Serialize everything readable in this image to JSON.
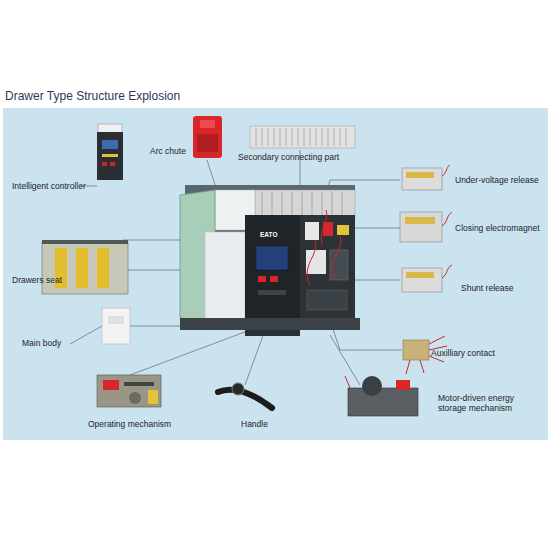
{
  "diagram": {
    "title": "Drawer Type Structure Explosion",
    "labels": [
      "Arc chute",
      "Secondary connecting part",
      "Intelligent controller",
      "Under-voltage release",
      "Closing electromagnet",
      "Drawers seat",
      "EATO",
      "Shunt release",
      "Main body",
      "Auxilliary contact",
      "Motor-driven energy storage mechanism",
      "Operating mechanism",
      "Handle"
    ]
  }
}
